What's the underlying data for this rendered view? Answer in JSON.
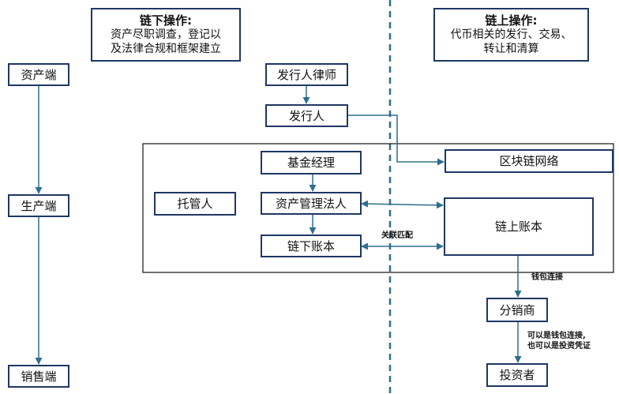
{
  "offchain_note": {
    "title": "链下操作:",
    "line1": "资产尽职调查，登记以",
    "line2": "及法律合规和框架建立"
  },
  "onchain_note": {
    "title": "链上操作:",
    "line1": "代币相关的发行、交易、",
    "line2": "转让和清算"
  },
  "nodes": {
    "asset_end": "资产端",
    "production_end": "生产端",
    "sales_end": "销售端",
    "issuer_lawyer": "发行人律师",
    "issuer": "发行人",
    "fund_manager": "基金经理",
    "custodian": "托管人",
    "asset_legal_entity": "资产管理法人",
    "offchain_ledger": "链下账本",
    "blockchain_network": "区块链网络",
    "onchain_ledger": "链上账本",
    "distributor": "分销商",
    "investor": "投资者"
  },
  "edge_labels": {
    "match": "关联匹配",
    "wallet_connect": "钱包连接",
    "wallet_or_cert_line1": "可以是钱包连接,",
    "wallet_or_cert_line2": "也可以是投资凭证"
  },
  "colors": {
    "border": "#1f3764",
    "arrow": "#2e6e8e",
    "divider": "#2e6e8e"
  }
}
